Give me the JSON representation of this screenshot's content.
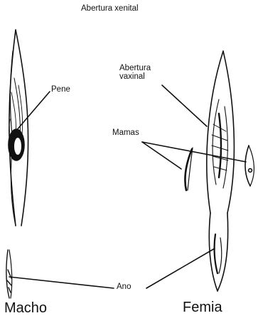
{
  "title": "Abertura  xenital",
  "labels": {
    "pene": "Pene",
    "abertura_vaxinal": "Abertura\nvaxinal",
    "mamas": "Mamas",
    "ano": "Ano"
  },
  "captions": {
    "male": "Macho",
    "female": "Femia"
  },
  "colors": {
    "ink": "#111111",
    "background": "#ffffff"
  }
}
